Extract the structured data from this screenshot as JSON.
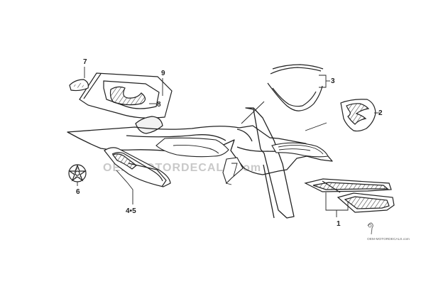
{
  "diagram": {
    "watermark_text": "OEM-MOTORDECALS.com",
    "logo_text": "OEM-MOTORDECALS.com",
    "callouts": {
      "part_1": "1",
      "part_2": "2",
      "part_3": "3",
      "part_4_5": "4•5",
      "part_6": "6",
      "part_7": "7",
      "part_8": "8",
      "part_9": "9"
    }
  },
  "colors": {
    "line": "#222222",
    "watermark": "#c9c9c9",
    "ink": "#222222",
    "background": "#ffffff"
  }
}
